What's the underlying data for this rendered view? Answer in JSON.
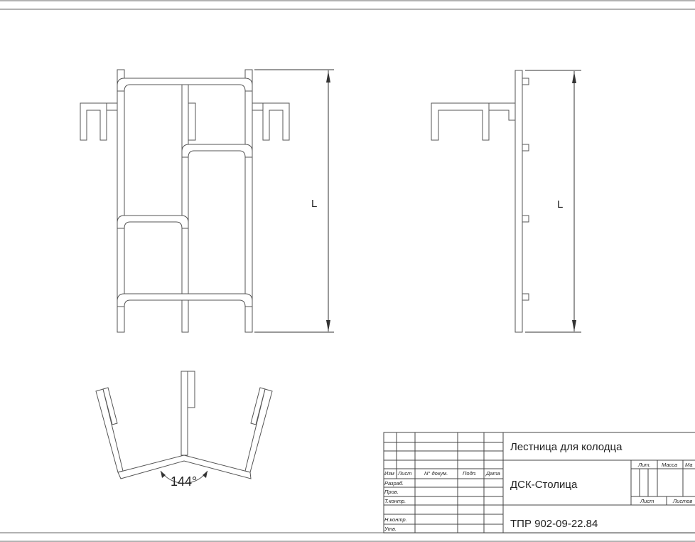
{
  "drawing": {
    "front_view": {
      "dimension_label": "L"
    },
    "side_view": {
      "dimension_label": "L"
    },
    "plan_view": {
      "angle_label": "144°"
    }
  },
  "title_block": {
    "title": "Лестница для колодца",
    "organization": "ДСК-Столица",
    "document_code": "ТПР 902-09-22.84",
    "header_columns": [
      "Изм",
      "Лист",
      "N° докум.",
      "Подп.",
      "Дата"
    ],
    "signature_rows": [
      "Разраб.",
      "Пров.",
      "Т.контр.",
      "",
      "Н.контр.",
      "Утв."
    ],
    "lit_label": "Лит.",
    "mass_label": "Масса",
    "scale_label_partial": "Ма",
    "sheet_label": "Лист",
    "sheets_label": "Листов"
  }
}
